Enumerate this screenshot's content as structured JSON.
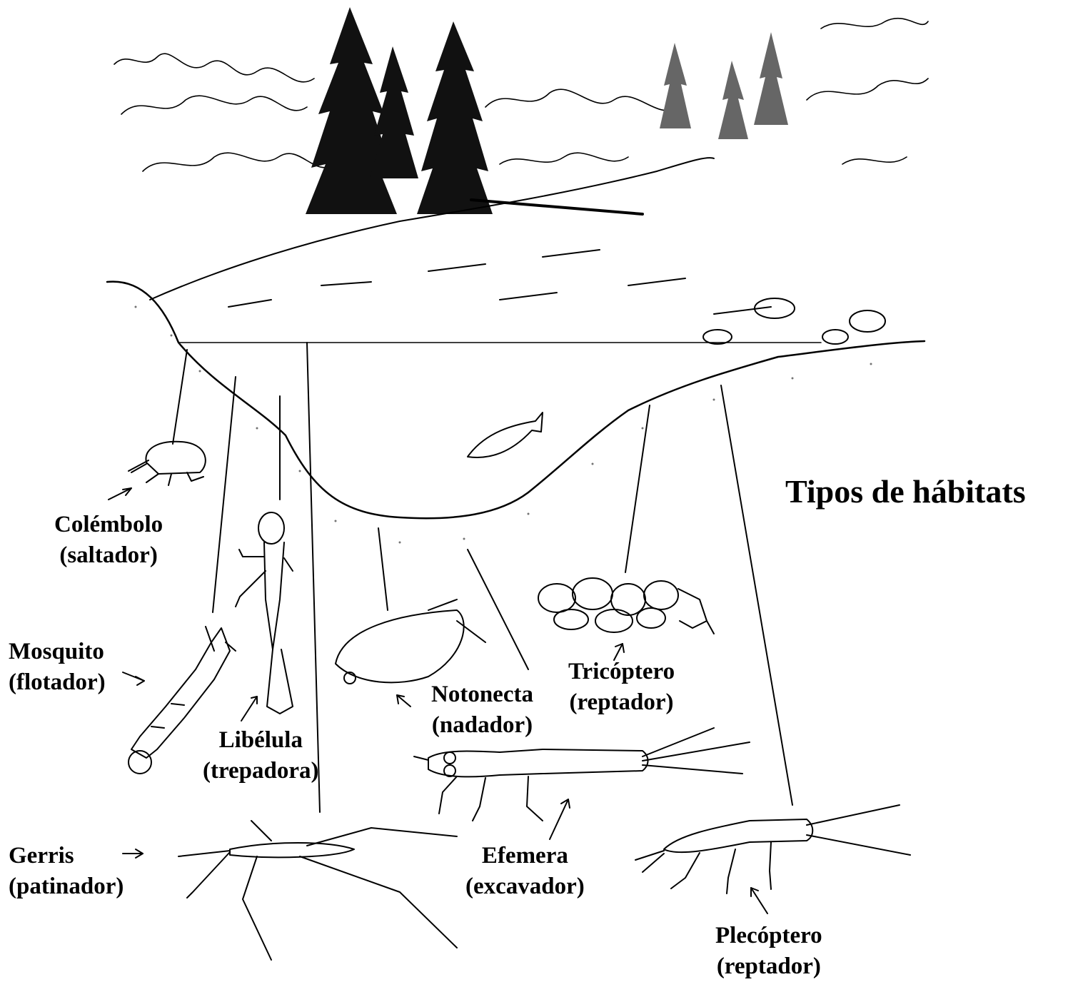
{
  "title": "Tipos de hábitats",
  "organisms": [
    {
      "key": "colembolo",
      "name": "Colémbolo",
      "type": "(saltador)"
    },
    {
      "key": "mosquito",
      "name": "Mosquito",
      "type": "(flotador)"
    },
    {
      "key": "libelula",
      "name": "Libélula",
      "type": "(trepadora)"
    },
    {
      "key": "gerris",
      "name": "Gerris",
      "type": "(patinador)"
    },
    {
      "key": "notonecta",
      "name": "Notonecta",
      "type": "(nadador)"
    },
    {
      "key": "tricoptero",
      "name": "Tricóptero",
      "type": "(reptador)"
    },
    {
      "key": "efemera",
      "name": "Efemera",
      "type": "(excavador)"
    },
    {
      "key": "plecoptero",
      "name": "Plecóptero",
      "type": "(reptador)"
    }
  ]
}
